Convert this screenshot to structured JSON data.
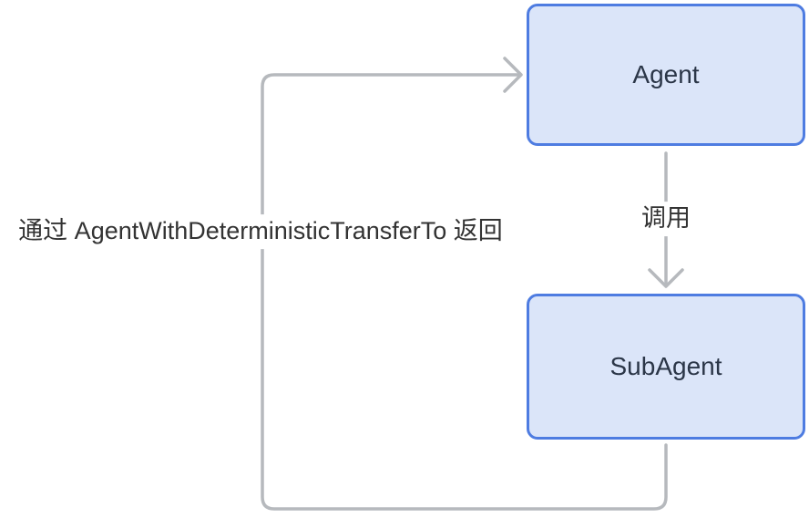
{
  "diagram": {
    "type": "flowchart",
    "nodes": [
      {
        "id": "agent",
        "label": "Agent"
      },
      {
        "id": "subagent",
        "label": "SubAgent"
      }
    ],
    "edges": [
      {
        "from": "agent",
        "to": "subagent",
        "label": "调用",
        "direction": "down",
        "arrowhead": "open-chevron"
      },
      {
        "from": "subagent",
        "to": "agent",
        "label": "通过 AgentWithDeterministicTransferTo 返回",
        "direction": "loop-left-up",
        "arrowhead": "open-chevron"
      }
    ],
    "colors": {
      "background": "#ffffff",
      "node_fill": "#dbe5f9",
      "node_border": "#4e7ce1",
      "node_text": "#2b3648",
      "edge_line": "#b6b9bd",
      "edge_label_text": "#333333"
    }
  }
}
